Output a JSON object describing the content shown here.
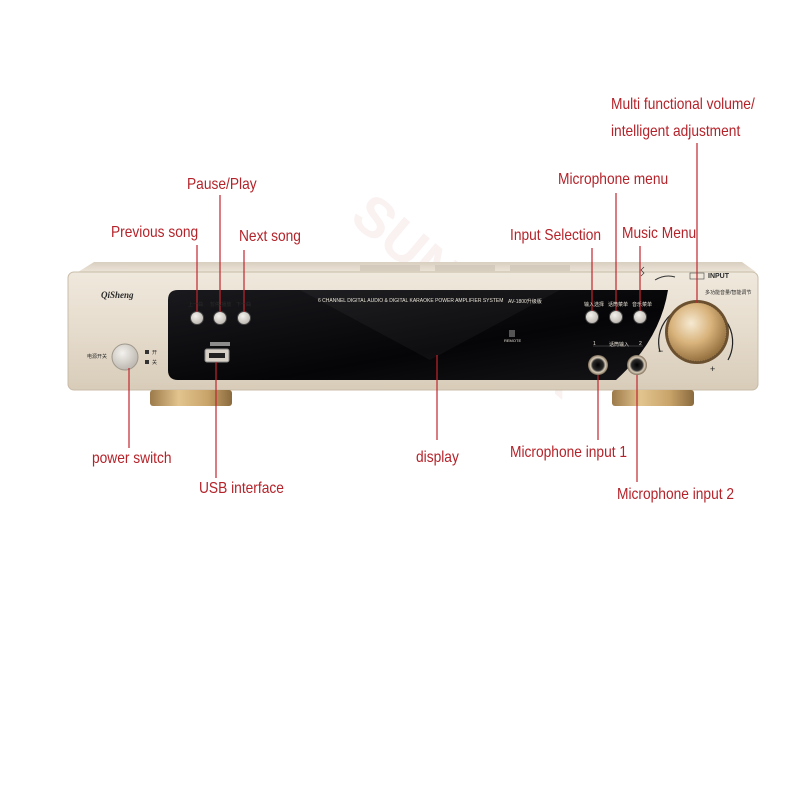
{
  "labels": {
    "multi_volume_line1": "Multi functional volume/",
    "multi_volume_line2": "intelligent adjustment",
    "microphone_menu": "Microphone menu",
    "pause_play": "Pause/Play",
    "previous_song": "Previous song",
    "next_song": "Next song",
    "input_selection": "Input Selection",
    "music_menu": "Music Menu",
    "power_switch": "power switch",
    "usb_interface": "USB interface",
    "display": "display",
    "microphone_input_1": "Microphone input 1",
    "microphone_input_2": "Microphone input 2"
  },
  "device": {
    "brand": "QiSheng",
    "system_text": "6 CHANNEL DIGITAL AUDIO & DIGITAL KARAOKE POWER AMPLIFIER SYSTEM",
    "model_text": "AV-1800升级版",
    "power_label": "电源开关",
    "power_on": "开",
    "power_off": "关",
    "btn_prev": "上一曲",
    "btn_pause": "暂停/播放",
    "btn_next": "下一曲",
    "btn_input": "输入选择",
    "btn_mic_menu": "话筒菜单",
    "btn_music_menu": "音乐菜单",
    "mic_row_label": "话筒输入",
    "mic_1": "1",
    "mic_2": "2",
    "knob_label": "多功能音量/智能调节",
    "remote_label": "REMOTE",
    "input_logo": "INPUT"
  },
  "colors": {
    "label_text": "#b4232a",
    "leader_line": "#c0262d",
    "chassis": "#e6ddd0",
    "panel": "#0b0b0d",
    "feet": "#caa877"
  }
}
